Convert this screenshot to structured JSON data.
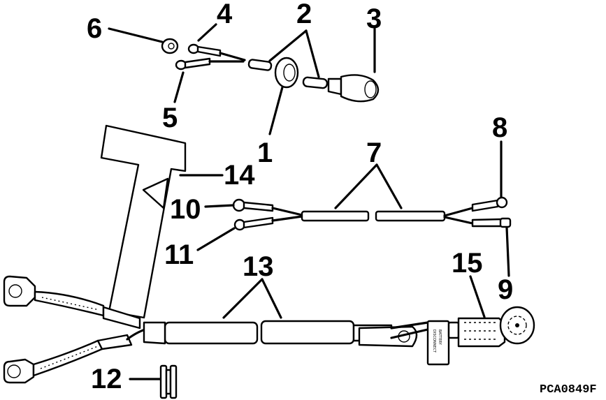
{
  "callouts": {
    "c1": "1",
    "c2": "2",
    "c3": "3",
    "c4": "4",
    "c5": "5",
    "c6": "6",
    "c7": "7",
    "c8": "8",
    "c9": "9",
    "c10": "10",
    "c11": "11",
    "c12": "12",
    "c13": "13",
    "c14": "14",
    "c15": "15"
  },
  "figure_code": "PCA0849F",
  "colors": {
    "ink": "#000000",
    "paper": "#ffffff"
  }
}
